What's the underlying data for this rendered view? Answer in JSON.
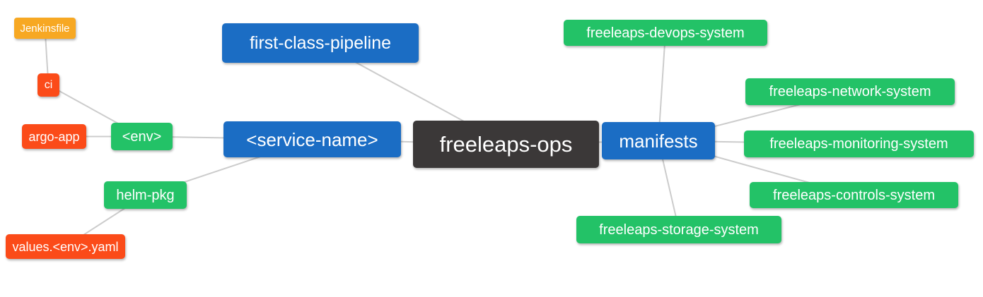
{
  "diagram": {
    "title": "freeleaps-ops mind map",
    "background": "#ffffff",
    "colors": {
      "blue": "#1b6dc4",
      "green": "#23c267",
      "red": "#fb4b19",
      "orange": "#f7a823",
      "dark": "#3b3838",
      "text": "#ffffff",
      "edge": "#cccccc"
    },
    "nodes": [
      {
        "id": "freeleaps-ops",
        "label": "freeleaps-ops",
        "color": "dark"
      },
      {
        "id": "first-class-pipeline",
        "label": "first-class-pipeline",
        "color": "blue"
      },
      {
        "id": "service-name",
        "label": "<service-name>",
        "color": "blue"
      },
      {
        "id": "env",
        "label": "<env>",
        "color": "green"
      },
      {
        "id": "ci",
        "label": "ci",
        "color": "red"
      },
      {
        "id": "jenkinsfile",
        "label": "Jenkinsfile",
        "color": "orange"
      },
      {
        "id": "argo-app",
        "label": "argo-app",
        "color": "red"
      },
      {
        "id": "helm-pkg",
        "label": "helm-pkg",
        "color": "green"
      },
      {
        "id": "values-env-yaml",
        "label": "values.<env>.yaml",
        "color": "red"
      },
      {
        "id": "manifests",
        "label": "manifests",
        "color": "blue"
      },
      {
        "id": "devops-system",
        "label": "freeleaps-devops-system",
        "color": "green"
      },
      {
        "id": "network-system",
        "label": "freeleaps-network-system",
        "color": "green"
      },
      {
        "id": "monitoring-system",
        "label": "freeleaps-monitoring-system",
        "color": "green"
      },
      {
        "id": "controls-system",
        "label": "freeleaps-controls-system",
        "color": "green"
      },
      {
        "id": "storage-system",
        "label": "freeleaps-storage-system",
        "color": "green"
      }
    ],
    "edges": [
      [
        "jenkinsfile",
        "ci"
      ],
      [
        "ci",
        "env"
      ],
      [
        "argo-app",
        "env"
      ],
      [
        "env",
        "service-name"
      ],
      [
        "helm-pkg",
        "service-name"
      ],
      [
        "values-env-yaml",
        "helm-pkg"
      ],
      [
        "first-class-pipeline",
        "freeleaps-ops"
      ],
      [
        "service-name",
        "freeleaps-ops"
      ],
      [
        "freeleaps-ops",
        "manifests"
      ],
      [
        "manifests",
        "devops-system"
      ],
      [
        "manifests",
        "network-system"
      ],
      [
        "manifests",
        "monitoring-system"
      ],
      [
        "manifests",
        "controls-system"
      ],
      [
        "manifests",
        "storage-system"
      ]
    ]
  }
}
